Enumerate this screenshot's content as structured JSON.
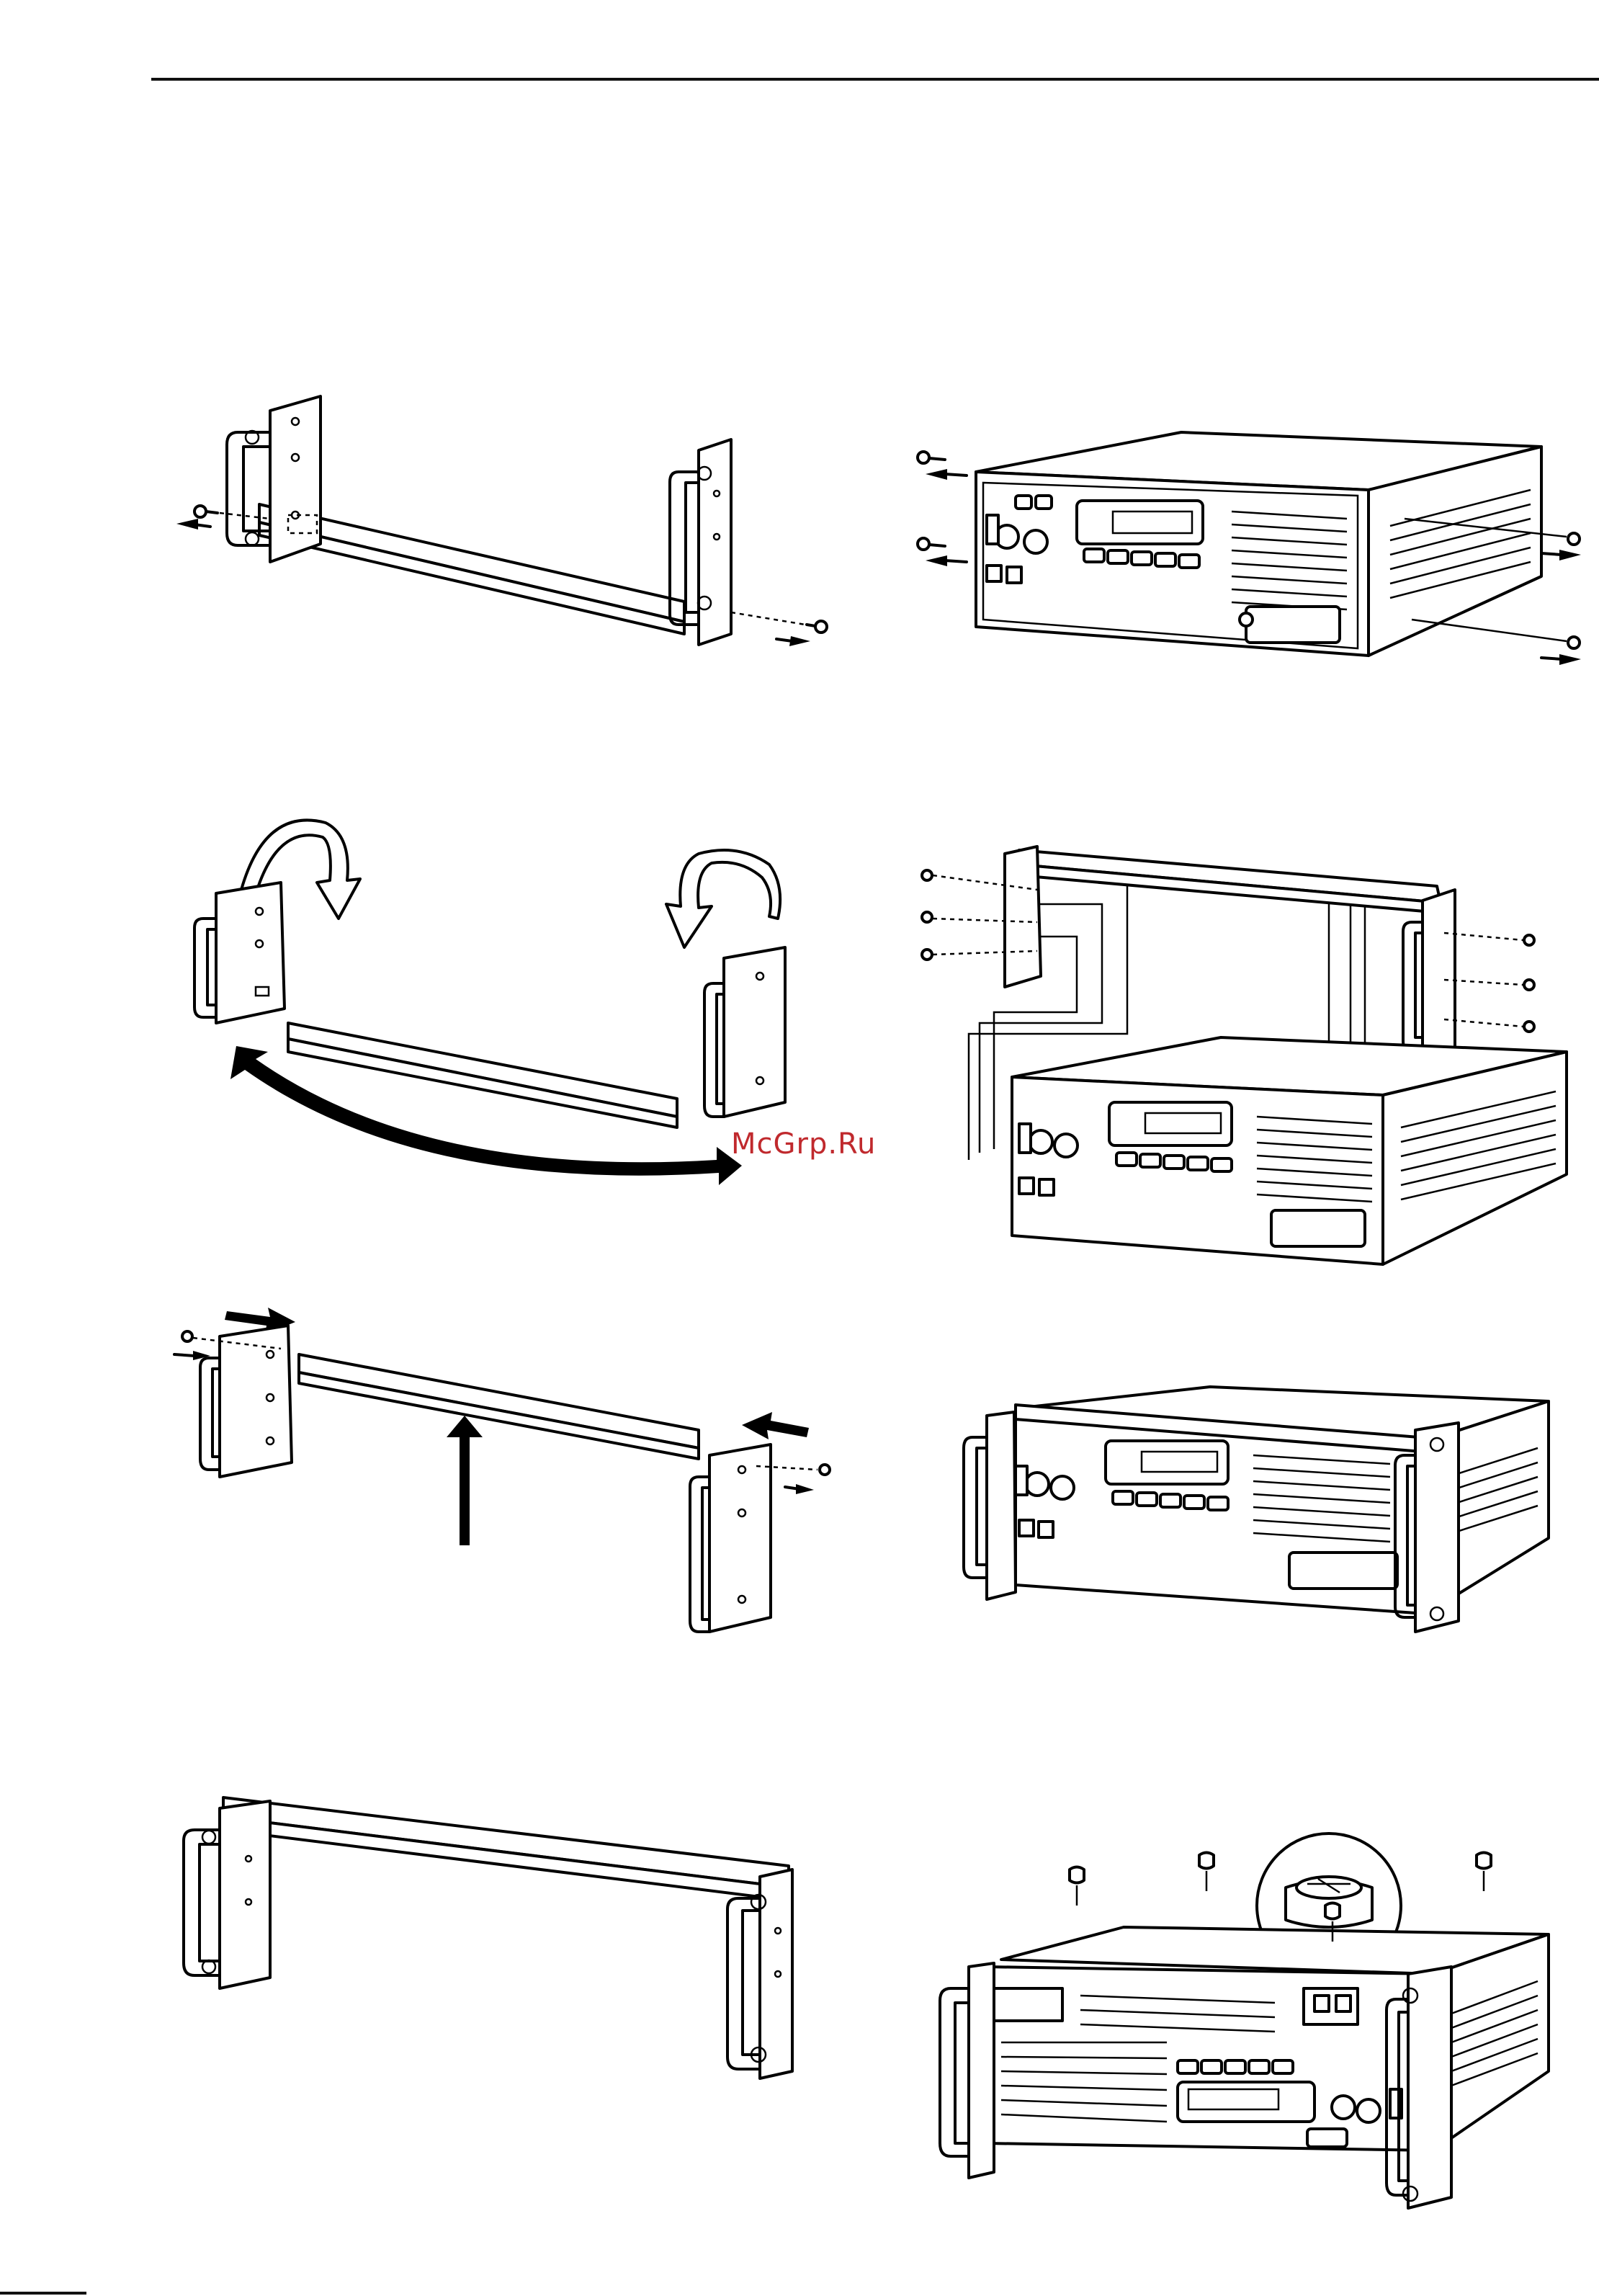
{
  "watermark": {
    "text": "McGrp.Ru",
    "color": "#c0292d"
  },
  "colors": {
    "line": "#000000",
    "background": "#ffffff"
  },
  "steps": [
    {
      "id": "step-1",
      "content": "remove-screws-from-rack-mount-assembly"
    },
    {
      "id": "step-2",
      "content": "remove-side-screws-from-transceiver"
    },
    {
      "id": "step-3",
      "content": "rotate-and-exchange-brackets"
    },
    {
      "id": "step-4",
      "content": "attach-brackets-to-transceiver"
    },
    {
      "id": "step-5",
      "content": "reattach-brackets-to-crossbar"
    },
    {
      "id": "step-6",
      "content": "transceiver-with-brackets-installed"
    },
    {
      "id": "step-7",
      "content": "assembled-rack-mount"
    },
    {
      "id": "step-8",
      "content": "attach-feet-to-inverted-transceiver"
    }
  ]
}
